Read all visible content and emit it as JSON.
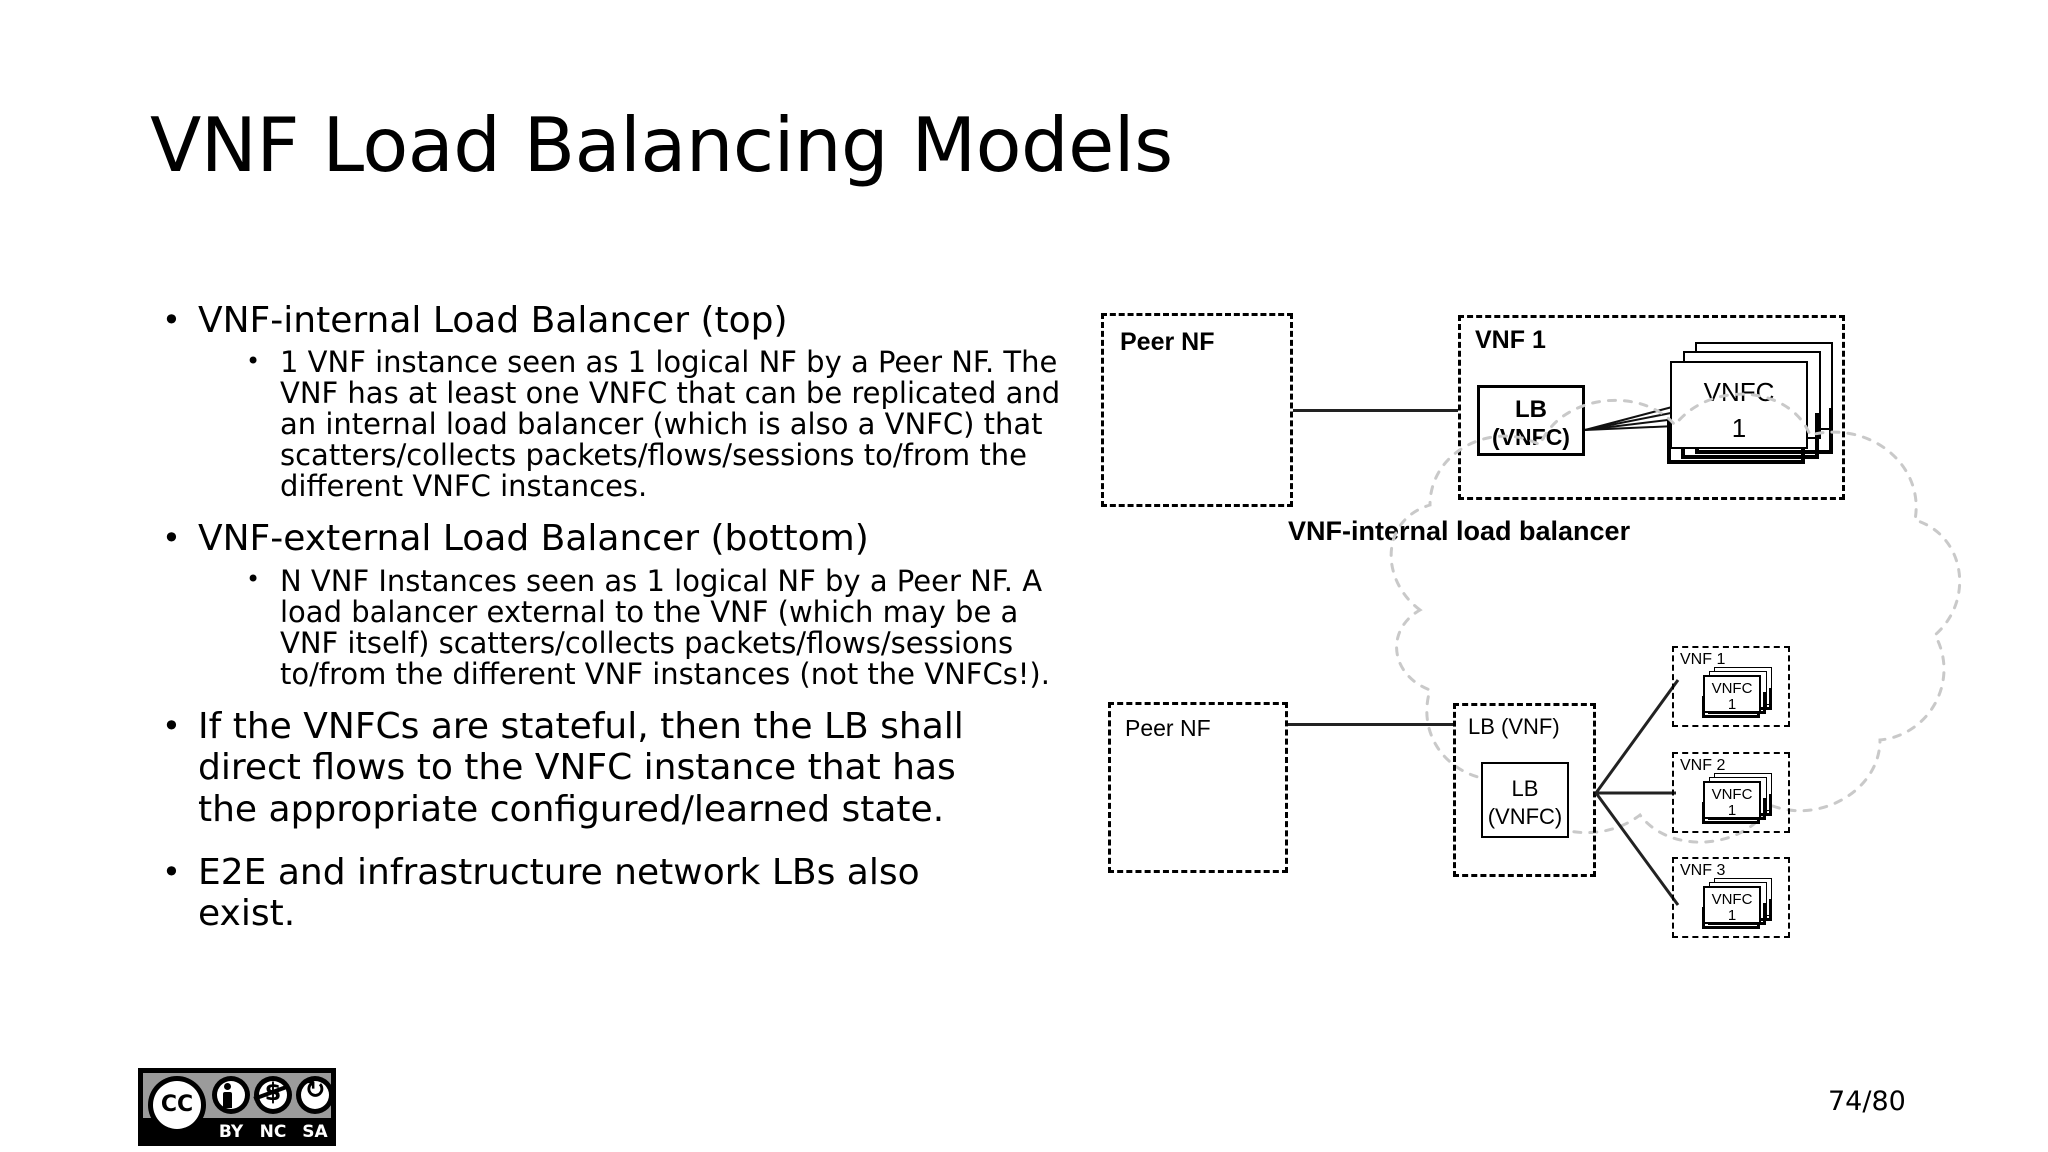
{
  "slide": {
    "title": "VNF Load Balancing Models",
    "page_number": "74/80"
  },
  "body": {
    "groups": [
      {
        "heading": "VNF-internal Load Balancer (top)",
        "detail": "1 VNF instance seen as 1 logical NF by a Peer NF. The VNF has at least one VNFC that can be replicated and an internal load balancer (which is also a VNFC) that scatters/collects packets/flows/sessions to/from the different VNFC instances."
      },
      {
        "heading": "VNF-external Load Balancer (bottom)",
        "detail": "N VNF Instances seen as 1 logical NF by a Peer NF. A load balancer external to the VNF (which may be a VNF itself) scatters/collects packets/flows/sessions to/from the different VNF instances (not the VNFCs!)."
      }
    ],
    "extra_bullets": [
      "If the VNFCs are stateful, then the LB shall direct flows to the VNFC instance that has the appropriate configured/learned state.",
      "E2E and infrastructure network LBs also exist."
    ],
    "bullet_glyph": "•"
  },
  "diagram_top": {
    "caption": "VNF-internal load balancer",
    "peer_nf_label": "Peer NF",
    "vnf_label": "VNF 1",
    "lb_line1": "LB",
    "lb_line2": "(VNFC)",
    "vnfc_line1": "VNFC",
    "vnfc_line2": "1"
  },
  "diagram_bottom": {
    "peer_nf_label": "Peer NF",
    "lb_vnf_label": "LB (VNF)",
    "lb_line1": "LB",
    "lb_line2": "(VNFC)",
    "vnf_instances": [
      {
        "label": "VNF 1",
        "vnfc_line1": "VNFC",
        "vnfc_line2": "1"
      },
      {
        "label": "VNF 2",
        "vnfc_line1": "VNFC",
        "vnfc_line2": "1"
      },
      {
        "label": "VNF 3",
        "vnfc_line1": "VNFC",
        "vnfc_line2": "1"
      }
    ]
  },
  "license_badge": {
    "cc_text": "CC",
    "terms": [
      "BY",
      "NC",
      "SA"
    ],
    "dollar_glyph": "$",
    "reuse_glyph": "↺"
  },
  "colors": {
    "ink": "#000000",
    "background": "#ffffff",
    "cloud_stroke": "#c9c9c9",
    "badge_band": "#9b9b9b"
  }
}
